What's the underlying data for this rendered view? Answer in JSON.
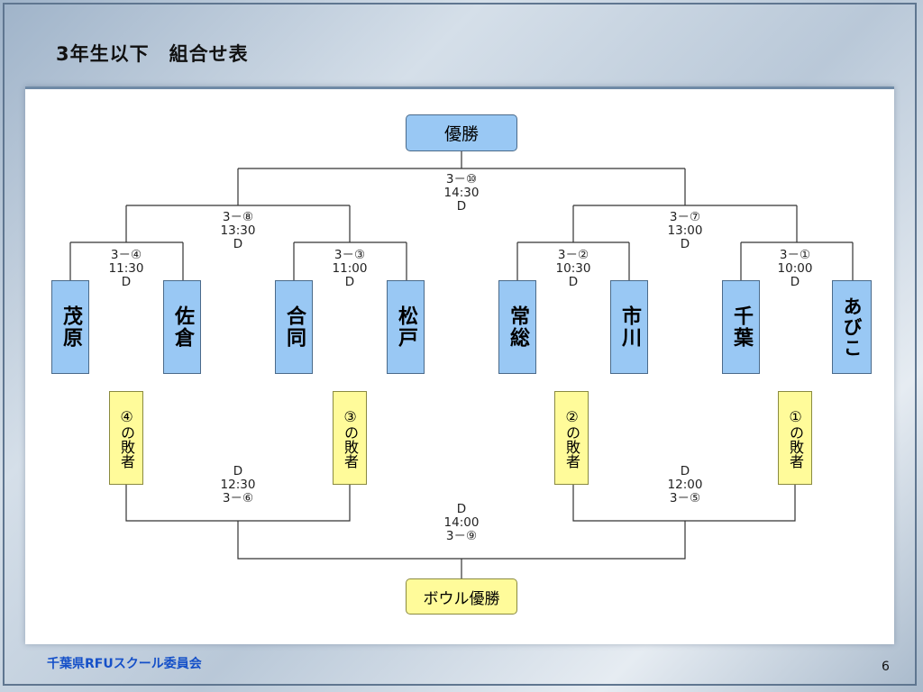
{
  "slide": {
    "title": "3年生以下　組合せ表",
    "footer": "千葉県RFUスクール委員会",
    "page_number": "6"
  },
  "bracket": {
    "champion": "優勝",
    "bowl_champion": "ボウル優勝",
    "teams": [
      "茂原",
      "佐倉",
      "合同",
      "松戸",
      "常総",
      "市川",
      "千葉",
      "あびこ"
    ],
    "losers": [
      "④の敗者",
      "③の敗者",
      "②の敗者",
      "①の敗者"
    ],
    "matches": {
      "m1": {
        "id": "3－①",
        "time": "10:00",
        "court": "D"
      },
      "m2": {
        "id": "3－②",
        "time": "10:30",
        "court": "D"
      },
      "m3": {
        "id": "3－③",
        "time": "11:00",
        "court": "D"
      },
      "m4": {
        "id": "3－④",
        "time": "11:30",
        "court": "D"
      },
      "m5": {
        "id": "3－⑤",
        "time": "12:00",
        "court": "D"
      },
      "m6": {
        "id": "3－⑥",
        "time": "12:30",
        "court": "D"
      },
      "m7": {
        "id": "3－⑦",
        "time": "13:00",
        "court": "D"
      },
      "m8": {
        "id": "3－⑧",
        "time": "13:30",
        "court": "D"
      },
      "m9": {
        "id": "3－⑨",
        "time": "14:00",
        "court": "D"
      },
      "m10": {
        "id": "3－⑩",
        "time": "14:30",
        "court": "D"
      }
    }
  }
}
